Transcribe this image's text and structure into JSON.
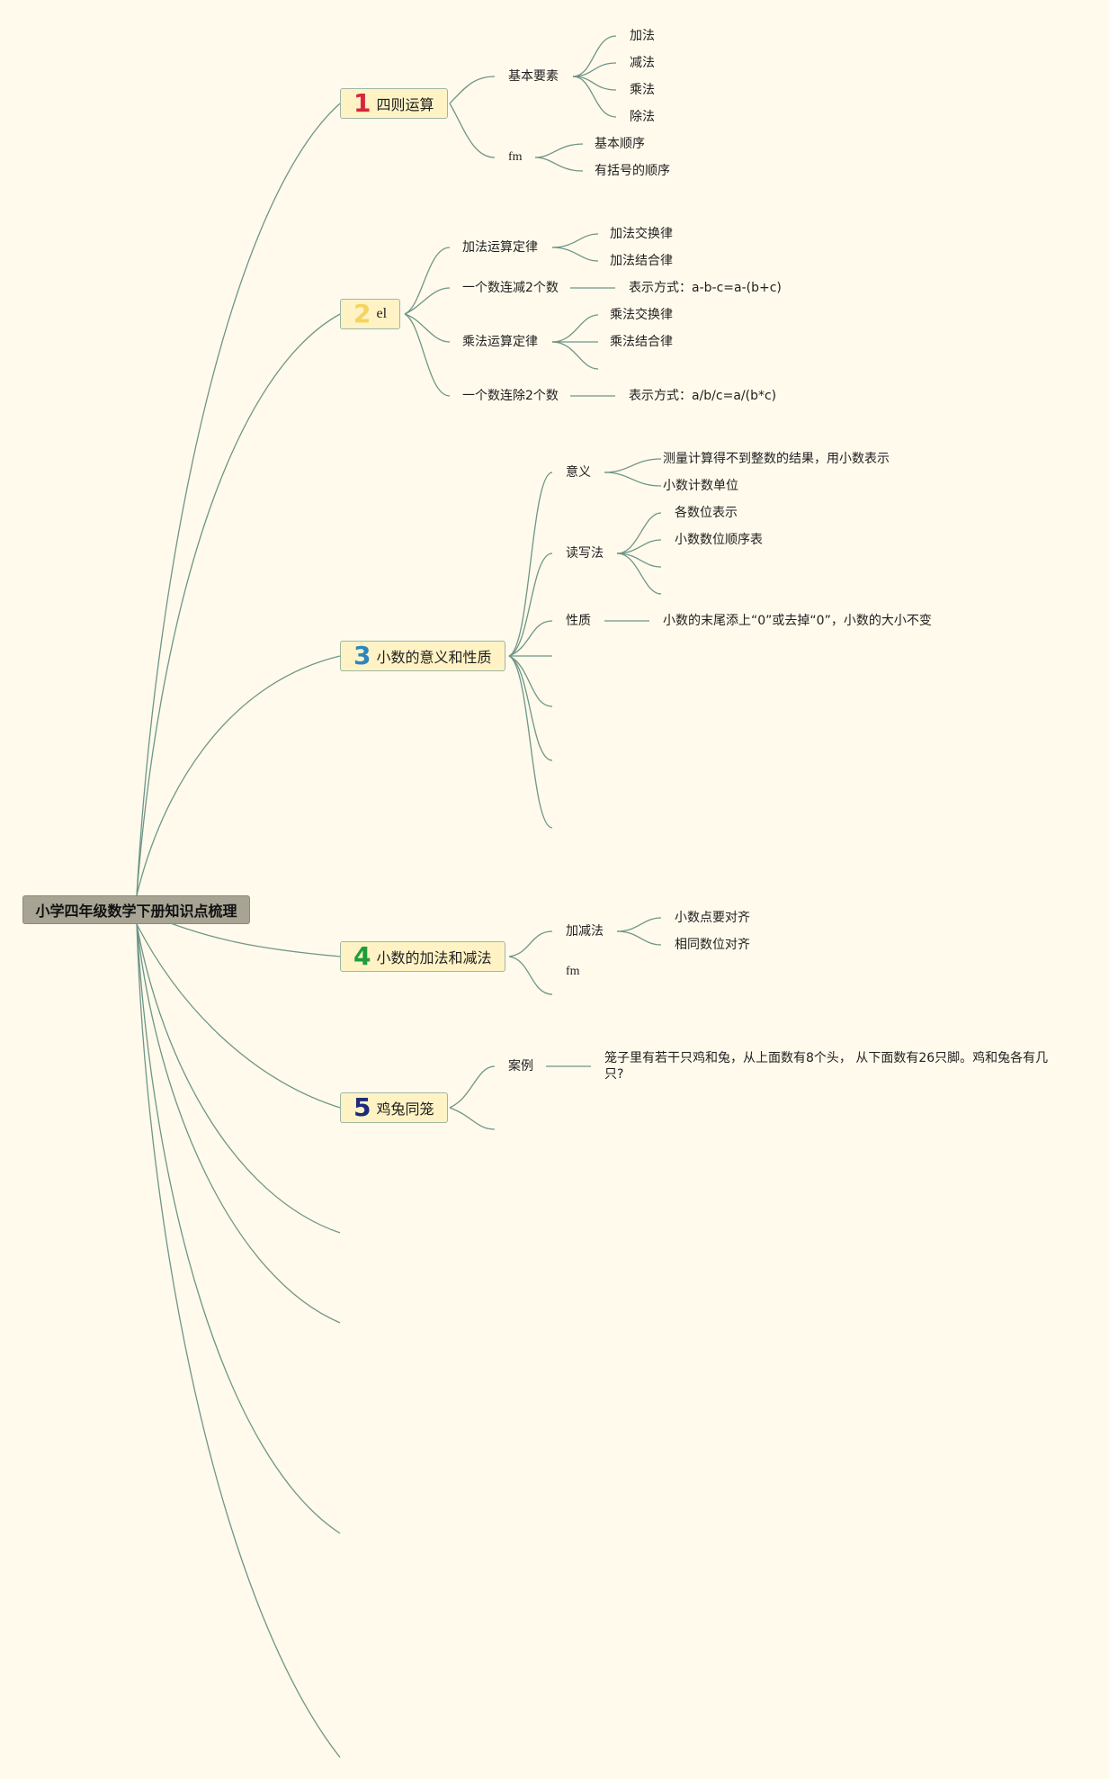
{
  "root": "小学四年级数学下册知识点梳理",
  "branches": [
    {
      "num": "1",
      "label": "四则运算"
    },
    {
      "num": "2",
      "label": "el"
    },
    {
      "num": "3",
      "label": "小数的意义和性质"
    },
    {
      "num": "4",
      "label": "小数的加法和减法"
    },
    {
      "num": "5",
      "label": "鸡兔同笼"
    }
  ],
  "b1": {
    "elements": "基本要素",
    "ops": [
      "加法",
      "减法",
      "乘法",
      "除法"
    ],
    "fm": "fm",
    "order": [
      "基本顺序",
      "有括号的顺序"
    ]
  },
  "b2": {
    "add_law": "加法运算定律",
    "add_items": [
      "加法交换律",
      "加法结合律"
    ],
    "sub_two": "一个数连减2个数",
    "sub_formula": "表示方式：a-b-c=a-(b+c)",
    "mul_law": "乘法运算定律",
    "mul_items": [
      "乘法交换律",
      "乘法结合律"
    ],
    "div_two": "一个数连除2个数",
    "div_formula": "表示方式：a/b/c=a/(b*c)"
  },
  "b3": {
    "meaning": "意义",
    "meaning_items": [
      "测量计算得不到整数的结果，用小数表示",
      "小数计数单位"
    ],
    "rw": "读写法",
    "rw_items": [
      "各数位表示",
      "小数数位顺序表"
    ],
    "prop": "性质",
    "prop_item": "小数的末尾添上“0”或去掉“0”，小数的大小不变"
  },
  "b4": {
    "addsub": "加减法",
    "addsub_items": [
      "小数点要对齐",
      "相同数位对齐"
    ],
    "fm": "fm"
  },
  "b5": {
    "case": "案例",
    "case_text": "笼子里有若干只鸡和兔，从上面数有8个头， 从下面数有26只脚。鸡和兔各有几只?"
  },
  "colors": {
    "background": "#FFFAEC",
    "link": "#6E9688",
    "root_fill": "#A7A494",
    "branch_fill": "#FFF3C5"
  }
}
